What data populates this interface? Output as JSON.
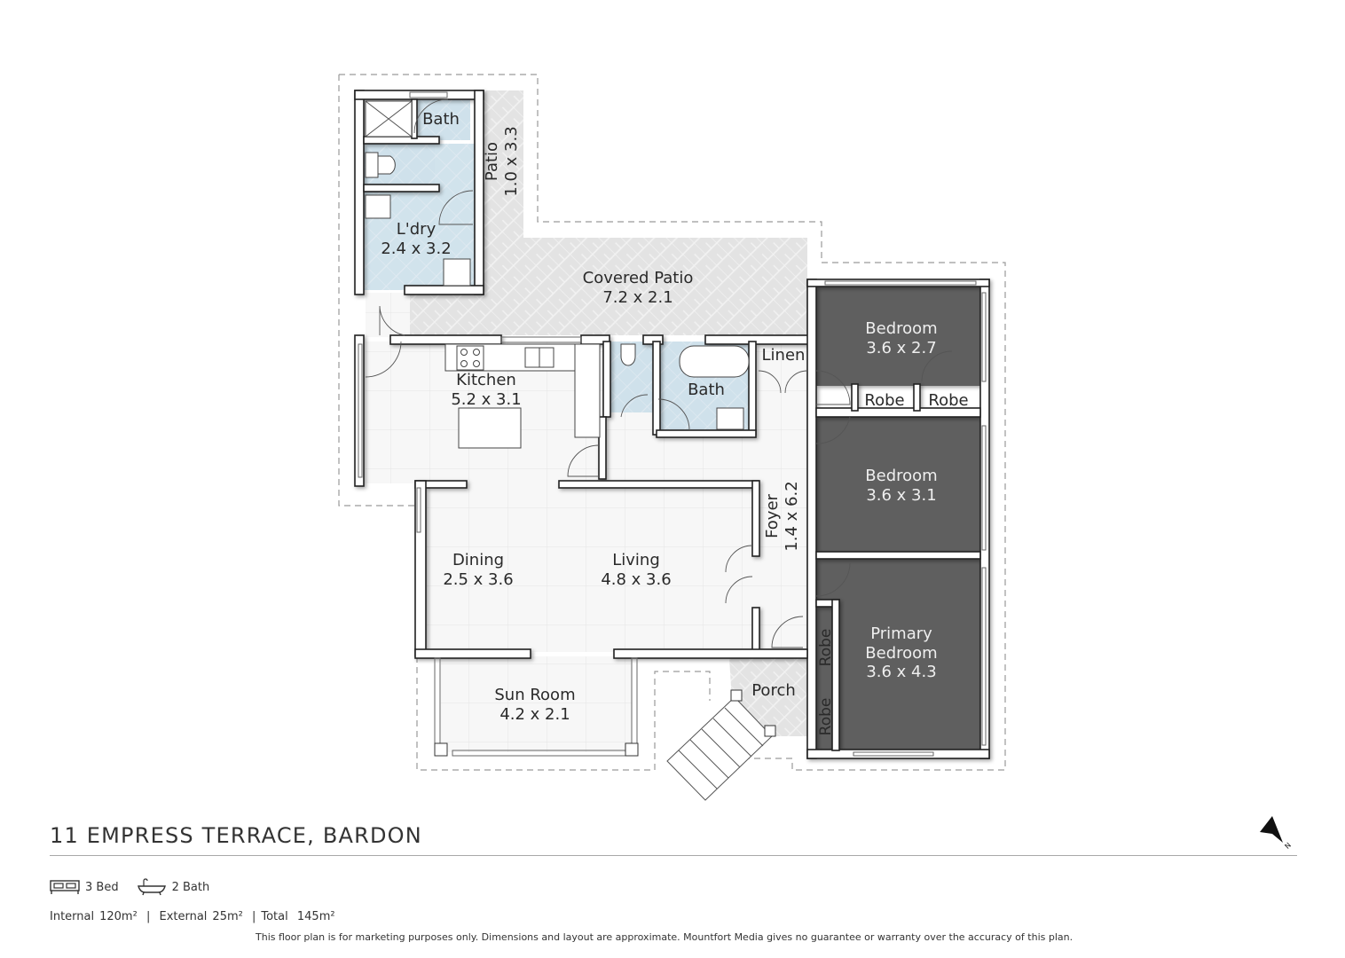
{
  "property": {
    "address": "11 EMPRESS TERRACE, BARDON",
    "beds_label": "3 Bed",
    "baths_label": "2 Bath",
    "bed_icon": "bed-icon",
    "bath_icon": "bathtub-icon"
  },
  "areas": {
    "internal_label": "Internal",
    "internal_value": "120m²",
    "external_label": "External",
    "external_value": "25m²",
    "total_label": "Total",
    "total_value": "145m²",
    "separator": "|"
  },
  "disclaimer": "This floor plan is for marketing purposes only. Dimensions and layout are approximate. Mountfort Media gives no guarantee or warranty over the accuracy of this plan.",
  "compass": {
    "icon": "north-arrow-icon",
    "label": "N"
  },
  "colors": {
    "wet_area": "#cfe0ea",
    "bedroom": "#5f5f5f",
    "patio": "#e2e2e2",
    "floor": "#f6f6f6",
    "wall": "#ffffff",
    "wall_stroke": "#222222"
  },
  "rooms": [
    {
      "name": "Bath",
      "dims": ""
    },
    {
      "name": "L'dry",
      "dims": "2.4 x 3.2"
    },
    {
      "name": "Patio",
      "dims": "1.0 x 3.3"
    },
    {
      "name": "Covered Patio",
      "dims": "7.2 x 2.1"
    },
    {
      "name": "Kitchen",
      "dims": "5.2 x 3.1"
    },
    {
      "name": "Bath",
      "dims": ""
    },
    {
      "name": "Linen",
      "dims": ""
    },
    {
      "name": "Bedroom",
      "dims": "3.6 x 2.7"
    },
    {
      "name": "Robe",
      "dims": ""
    },
    {
      "name": "Robe",
      "dims": ""
    },
    {
      "name": "Bedroom",
      "dims": "3.6 x 3.1"
    },
    {
      "name": "Foyer",
      "dims": "1.4 x 6.2"
    },
    {
      "name": "Dining",
      "dims": "2.5 x 3.6"
    },
    {
      "name": "Living",
      "dims": "4.8 x 3.6"
    },
    {
      "name": "Primary",
      "dims": ""
    },
    {
      "name": "Bedroom",
      "dims": "3.6 x 4.3"
    },
    {
      "name": "Robe",
      "dims": ""
    },
    {
      "name": "Robe",
      "dims": ""
    },
    {
      "name": "Sun Room",
      "dims": "4.2 x 2.1"
    },
    {
      "name": "Porch",
      "dims": ""
    }
  ]
}
